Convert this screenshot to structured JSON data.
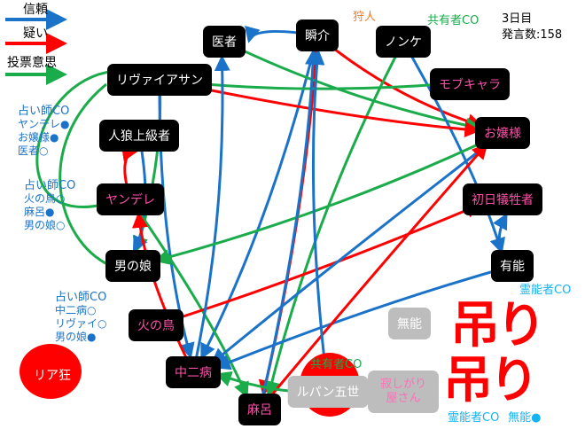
{
  "legend": {
    "trust": "信頼",
    "doubt": "疑い",
    "vote": "投票意思"
  },
  "colors": {
    "trust": "#1a73c9",
    "doubt": "#ff0000",
    "vote": "#1aab4a"
  },
  "day": "3日目",
  "posts": "発言数:158",
  "labels": {
    "hunter": "狩人",
    "sharer_top": "共有者CO",
    "sharer_dead": "共有者CO"
  },
  "nodes": {
    "isha": "医者",
    "shunsuke": "瞬介",
    "nonke": "ノンケ",
    "leviathan": "リヴァイアサン",
    "mob": "モブキャラ",
    "ojou": "お嬢様",
    "jinrou": "人狼上級者",
    "yandere": "ヤンデレ",
    "shonichi": "初日犠牲者",
    "otokonoko": "男の娘",
    "yuunou": "有能",
    "hinotori": "火の鳥",
    "chuuni": "中二病",
    "maro": "麻呂",
    "lupin": "ルパン五世",
    "munou": "無能",
    "sabishi": "寂しがり屋さん"
  },
  "seer_notes": [
    {
      "title": "占い師CO",
      "lines": [
        "ヤンデレ●",
        "お嬢様●",
        "医者○"
      ]
    },
    {
      "title": "占い師CO",
      "lines": [
        "火の鳥○",
        "麻呂●",
        "男の娘○"
      ]
    },
    {
      "title": "占い師CO",
      "lines": [
        "中二病○",
        "リヴァイ○",
        "男の娘●"
      ]
    }
  ],
  "medium_notes": [
    {
      "title": "霊能者CO",
      "lines": []
    },
    {
      "title": "霊能者CO",
      "lines": [
        "無能●"
      ]
    }
  ],
  "dead": {
    "attacked": "リア狂",
    "hanged_mark": "吊り"
  },
  "edges": [
    [
      "shunsuke",
      "isha",
      "trust"
    ],
    [
      "shunsuke",
      "chuuni",
      "trust"
    ],
    [
      "shunsuke",
      "ojou",
      "doubt"
    ],
    [
      "shunsuke",
      "maro",
      "doubt"
    ],
    [
      "isha",
      "ojou",
      "vote"
    ],
    [
      "nonke",
      "yuunou",
      "trust"
    ],
    [
      "nonke",
      "maro",
      "vote"
    ],
    [
      "leviathan",
      "ojou",
      "doubt"
    ],
    [
      "leviathan",
      "mob",
      "vote"
    ],
    [
      "leviathan",
      "otokonoko",
      "vote"
    ],
    [
      "leviathan",
      "chuuni",
      "trust"
    ],
    [
      "jinrou",
      "otokonoko",
      "trust"
    ],
    [
      "yandere",
      "jinrou",
      "doubt"
    ],
    [
      "yandere",
      "maro",
      "vote"
    ],
    [
      "yuunou",
      "shonichi",
      "trust"
    ],
    [
      "yuunou",
      "chuuni",
      "trust"
    ],
    [
      "hinotori",
      "shonichi",
      "doubt"
    ],
    [
      "chuuni",
      "isha",
      "trust"
    ],
    [
      "chuuni",
      "yandere",
      "doubt"
    ],
    [
      "ojou",
      "otokonoko",
      "vote"
    ],
    [
      "ojou",
      "chuuni",
      "trust"
    ],
    [
      "maro",
      "shunsuke",
      "trust"
    ],
    [
      "maro",
      "ojou",
      "doubt"
    ],
    [
      "lupin",
      "chuuni",
      "vote"
    ],
    [
      "lupin",
      "shunsuke",
      "trust"
    ]
  ]
}
